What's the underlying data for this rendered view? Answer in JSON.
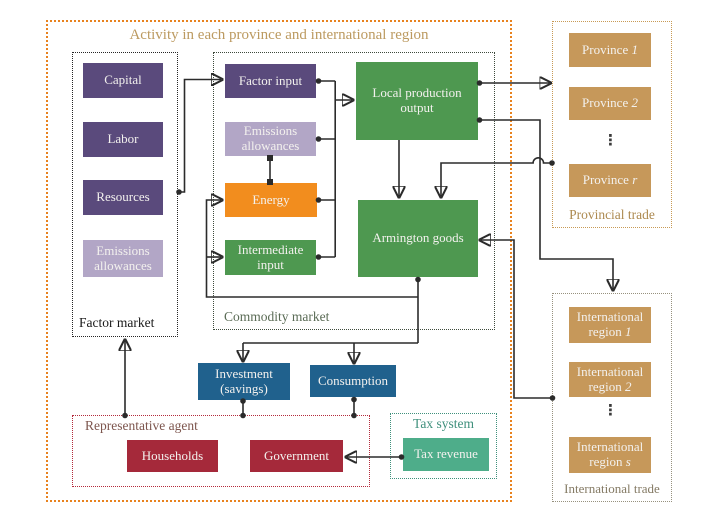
{
  "title": "Activity in each province and international region",
  "groups": {
    "factor_market": "Factor market",
    "commodity_market": "Commodity market",
    "representative_agent": "Representative agent",
    "tax_system": "Tax system",
    "provincial_trade": "Provincial trade",
    "international_trade": "International trade"
  },
  "nodes": {
    "capital": "Capital",
    "labor": "Labor",
    "resources": "Resources",
    "emissions_allowances_factor": "Emissions allowances",
    "factor_input": "Factor input",
    "emissions_allowances_commodity": "Emissions allowances",
    "energy": "Energy",
    "intermediate_input": "Intermediate input",
    "local_production_output": "Local production output",
    "armington_goods": "Armington goods",
    "investment_savings": "Investment (savings)",
    "consumption": "Consumption",
    "households": "Households",
    "government": "Government",
    "tax_revenue": "Tax revenue"
  },
  "trade": {
    "province_prefix": "Province",
    "province_indices": [
      "1",
      "2",
      "r"
    ],
    "international_prefix": "International region",
    "international_indices": [
      "1",
      "2",
      "s"
    ],
    "ellipsis": "⋮"
  },
  "colors": {
    "dark_purple": "#5A4A7C",
    "light_purple": "#B2A6C6",
    "orange": "#F28D1E",
    "green": "#4E9850",
    "blue": "#20618D",
    "red": "#A5293A",
    "teal": "#4EAD8A",
    "tan": "#C6985A",
    "line": "#2B2B2B",
    "outer_border": "#E8821E",
    "title_text": "#BC9A60",
    "factor_border": "#262626",
    "commodity_border": "#3E4A3C",
    "commodity_label": "#5A6B55",
    "agent_border": "#B42B3C",
    "agent_label": "#7D564E",
    "tax_border": "#3F907C",
    "tax_label": "#3F907C",
    "provincial_border": "#C89A55",
    "provincial_label": "#AD8A50",
    "international_border": "#97917E",
    "international_label": "#847A64",
    "box_text": "#F3F1EE"
  }
}
